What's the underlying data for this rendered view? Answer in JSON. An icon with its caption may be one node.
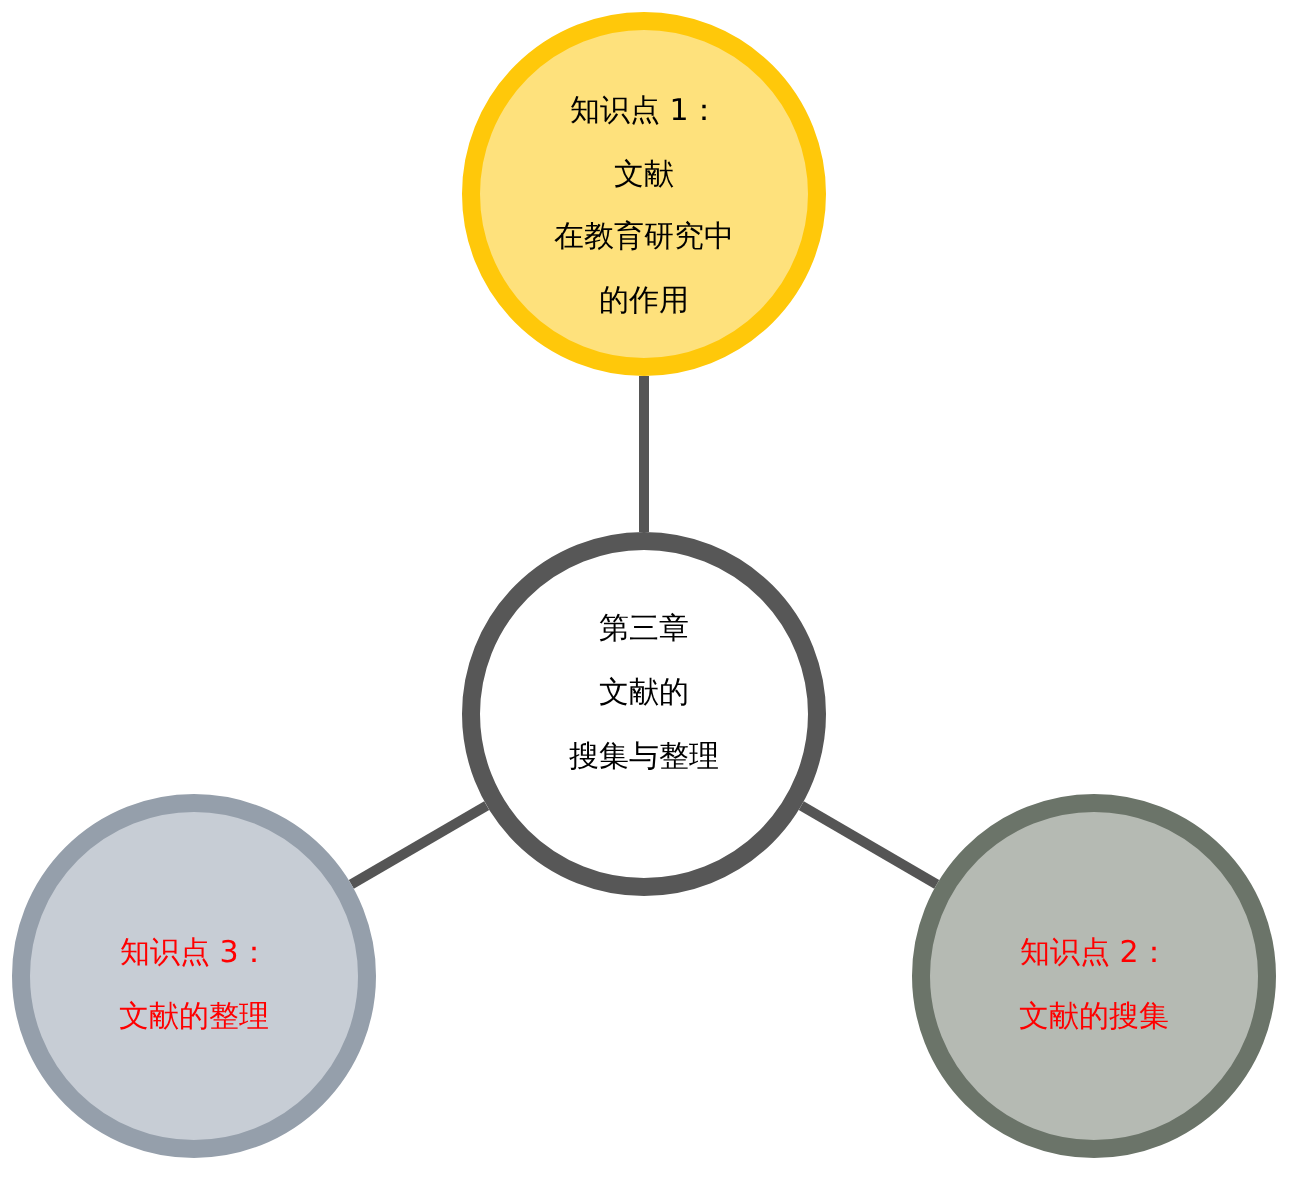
{
  "diagram": {
    "nodes": [
      {
        "text": [
          "知识点 1：",
          "文献",
          "在教育研究中",
          "的作用"
        ]
      },
      {
        "text": [
          "第三章",
          "文献的",
          "搜集与整理"
        ]
      },
      {
        "text": [
          "知识点 3：",
          "文献的整理"
        ]
      },
      {
        "text": [
          "知识点 2：",
          "文献的搜集"
        ]
      }
    ],
    "edges": [
      {
        "from": 1,
        "to": 0,
        "arrow": "none"
      },
      {
        "from": 1,
        "to": 2,
        "arrow": "none"
      },
      {
        "from": 1,
        "to": 3,
        "arrow": "none"
      }
    ]
  }
}
